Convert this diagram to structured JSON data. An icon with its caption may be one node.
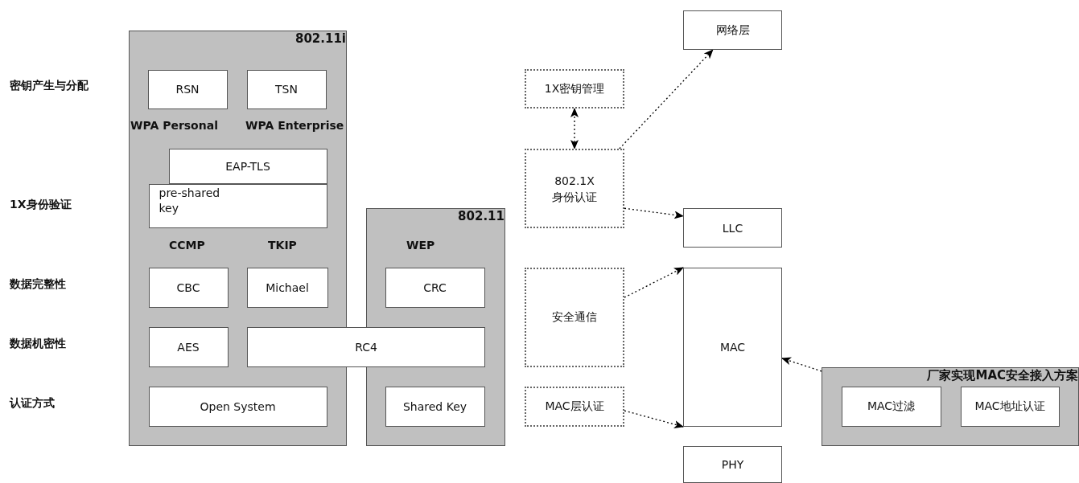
{
  "diagram": {
    "nodes": [
      {
        "text": [
          "802.11i"
        ]
      },
      {
        "text": [
          "RSN"
        ],
        "in": 0
      },
      {
        "text": [
          "TSN"
        ],
        "in": 0
      },
      {
        "text": [
          "pre-shared key"
        ],
        "in": 0
      },
      {
        "text": [
          "EAP-TLS"
        ],
        "in": 0
      },
      {
        "text": [
          "CBC"
        ],
        "in": 0
      },
      {
        "text": [
          "Michael"
        ],
        "in": 0
      },
      {
        "text": [
          "AES"
        ],
        "in": 0
      },
      {
        "text": [
          "RC4"
        ]
      },
      {
        "text": [
          "Open System"
        ],
        "in": 0
      },
      {
        "text": [
          "802.11"
        ]
      },
      {
        "text": [
          "CRC"
        ],
        "in": 10
      },
      {
        "text": [
          "Shared Key"
        ],
        "in": 10
      },
      {
        "text": [
          "1X密钥管理"
        ]
      },
      {
        "text": [
          "802.1X 身份认证"
        ]
      },
      {
        "text": [
          "网络层"
        ]
      },
      {
        "text": [
          "LLC"
        ]
      },
      {
        "text": [
          "安全通信"
        ]
      },
      {
        "text": [
          "MAC"
        ]
      },
      {
        "text": [
          "MAC层认证"
        ]
      },
      {
        "text": [
          "PHY"
        ]
      },
      {
        "text": [
          "厂家实现MAC安全接入方案"
        ]
      },
      {
        "text": [
          "MAC过滤"
        ],
        "in": 21
      },
      {
        "text": [
          "MAC地址认证"
        ],
        "in": 21
      }
    ],
    "edges": [
      {
        "from": 13,
        "to": 14,
        "arrow": "both",
        "style": "dashed"
      },
      {
        "from": 14,
        "to": 15,
        "arrow": "to",
        "style": "dashed"
      },
      {
        "from": 14,
        "to": 16,
        "arrow": "to",
        "style": "dashed"
      },
      {
        "from": 17,
        "to": 18,
        "arrow": "to",
        "style": "dashed"
      },
      {
        "from": 19,
        "to": 18,
        "arrow": "to",
        "style": "dashed"
      },
      {
        "from": 21,
        "to": 18,
        "arrow": "to",
        "style": "dashed"
      }
    ],
    "labels": [
      "密钥产生与分配",
      "WPA Personal",
      "WPA Enterprise",
      "1X身份验证",
      "CCMP",
      "TKIP",
      "WEP",
      "数据完整性",
      "数据机密性",
      "认证方式"
    ]
  }
}
